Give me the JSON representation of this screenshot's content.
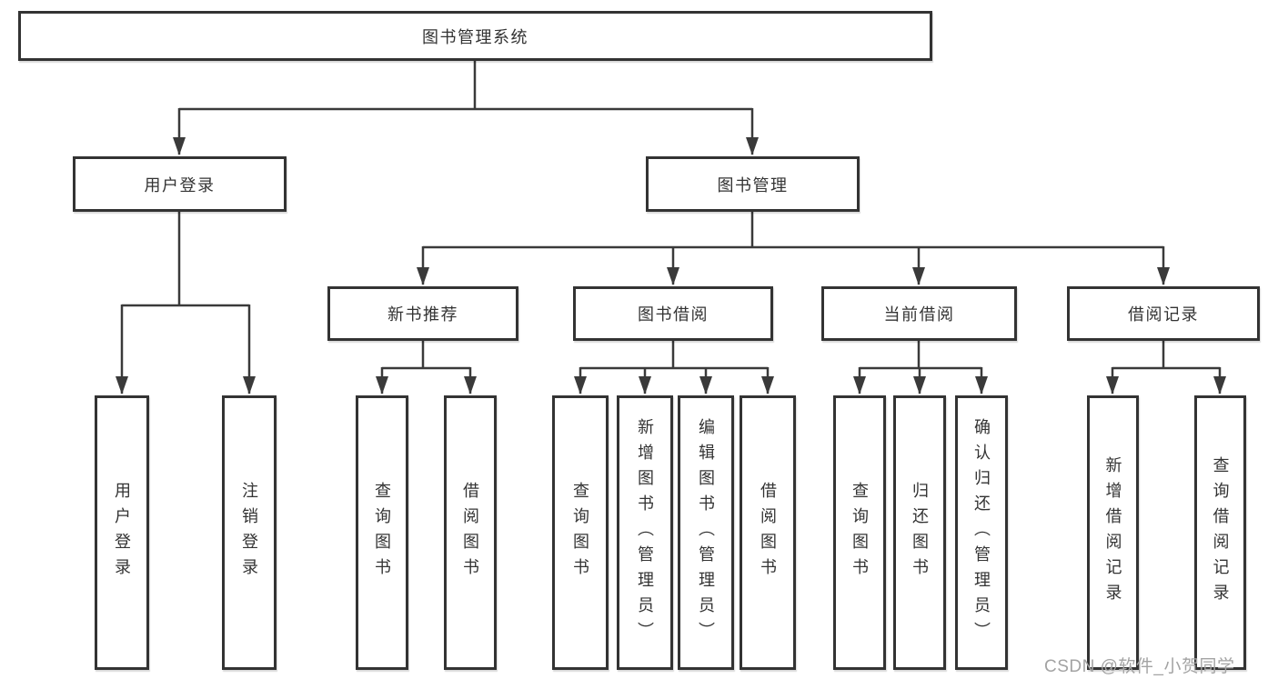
{
  "tree": {
    "label": "图书管理系统",
    "children": [
      {
        "label": "用户登录",
        "children": [
          {
            "label": "用户登录"
          },
          {
            "label": "注销登录"
          }
        ]
      },
      {
        "label": "图书管理",
        "children": [
          {
            "label": "新书推荐",
            "children": [
              {
                "label": "查询图书"
              },
              {
                "label": "借阅图书"
              }
            ]
          },
          {
            "label": "图书借阅",
            "children": [
              {
                "label": "查询图书"
              },
              {
                "label": "新增图书（管理员）"
              },
              {
                "label": "编辑图书（管理员）"
              },
              {
                "label": "借阅图书"
              }
            ]
          },
          {
            "label": "当前借阅",
            "children": [
              {
                "label": "查询图书"
              },
              {
                "label": "归还图书"
              },
              {
                "label": "确认归还（管理员）"
              }
            ]
          },
          {
            "label": "借阅记录",
            "children": [
              {
                "label": "新增借阅记录"
              },
              {
                "label": "查询借阅记录"
              }
            ]
          }
        ]
      }
    ]
  },
  "watermark": {
    "text": "CSDN @软件_小贺同学"
  },
  "colors": {
    "background": "#ffffff",
    "box_fill": "#ffffff",
    "box_border": "#333333",
    "line": "#3a3a3a",
    "text": "#333333",
    "watermark": "#a3a3a3"
  }
}
